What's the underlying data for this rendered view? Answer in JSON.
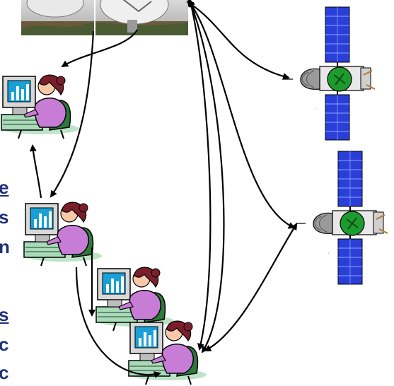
{
  "diagram": {
    "cropped_text": [
      "e",
      "s",
      "n",
      "s",
      "c",
      "c"
    ]
  },
  "colors": {
    "text": "#1f2f7a",
    "arrow": "#000000",
    "panel_blue": "#2a3fd8",
    "shirt": "#c77dd6",
    "hair": "#7a1f2a",
    "chair": "#2c7a3a",
    "screen": "#1aa0d8",
    "monitor": "#d8d8d8",
    "dish_body": "#9a9a9a",
    "sky": "#c8c8c8",
    "ground": "#6b5a3a"
  },
  "icons": {
    "antenna": "ground-station-antenna-photo",
    "workstation": "operator-at-computer-clipart",
    "satellite": "satellite-spacecraft-drawing"
  }
}
